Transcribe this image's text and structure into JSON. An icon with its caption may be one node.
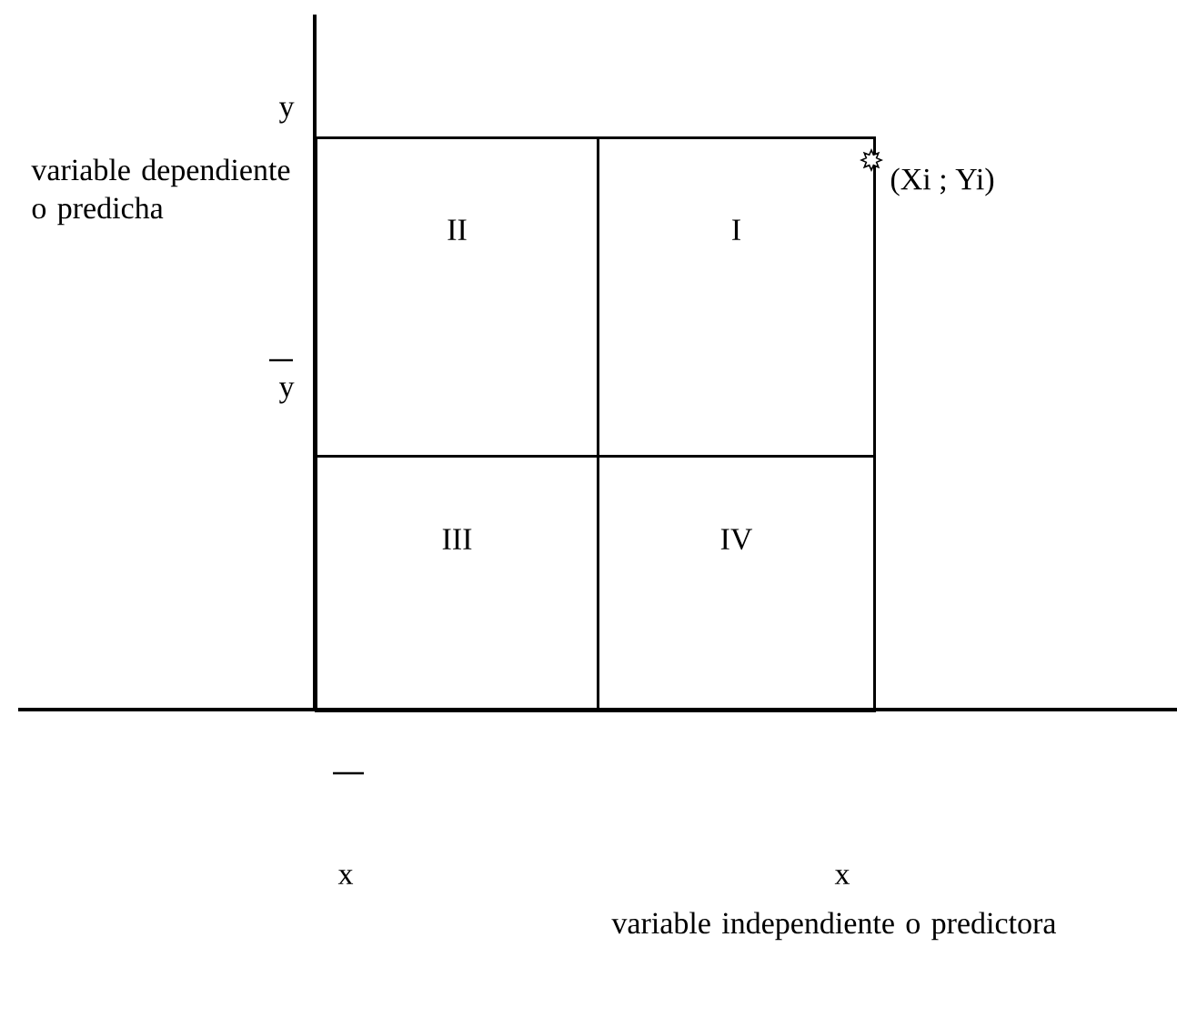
{
  "diagram": {
    "nodes": [
      {
        "text": [
          "II"
        ]
      },
      {
        "text": [
          "I"
        ]
      },
      {
        "text": [
          "III"
        ]
      },
      {
        "text": [
          "IV"
        ]
      }
    ],
    "labels": [
      "y",
      "variable dependiente o predicha",
      "y",
      "(Xi ; Yi)",
      "x",
      "x",
      "variable independiente o predictora"
    ]
  }
}
